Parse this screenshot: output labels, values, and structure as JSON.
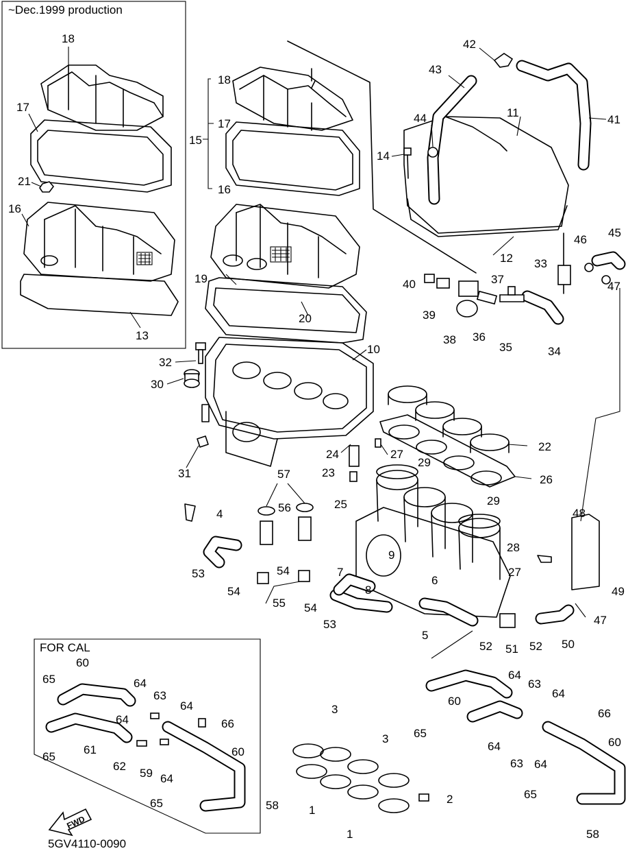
{
  "diagram": {
    "inset_top_label": "~Dec.1999 production",
    "inset_cal_label": "FOR CAL",
    "fwd_label": "FWD",
    "figure_code": "5GV4110-0090"
  },
  "callouts": [
    {
      "id": "c18a",
      "text": "18"
    },
    {
      "id": "c17a",
      "text": "17"
    },
    {
      "id": "c21",
      "text": "21"
    },
    {
      "id": "c16a",
      "text": "16"
    },
    {
      "id": "c13",
      "text": "13"
    },
    {
      "id": "c18b",
      "text": "18"
    },
    {
      "id": "c15",
      "text": "15"
    },
    {
      "id": "c17b",
      "text": "17"
    },
    {
      "id": "c16b",
      "text": "16"
    },
    {
      "id": "c19",
      "text": "19"
    },
    {
      "id": "c20",
      "text": "20"
    },
    {
      "id": "c10",
      "text": "10"
    },
    {
      "id": "c32",
      "text": "32"
    },
    {
      "id": "c30",
      "text": "30"
    },
    {
      "id": "c31",
      "text": "31"
    },
    {
      "id": "c42",
      "text": "42"
    },
    {
      "id": "c43",
      "text": "43"
    },
    {
      "id": "c41",
      "text": "41"
    },
    {
      "id": "c44",
      "text": "44"
    },
    {
      "id": "c11",
      "text": "11"
    },
    {
      "id": "c14",
      "text": "14"
    },
    {
      "id": "c12",
      "text": "12"
    },
    {
      "id": "c45",
      "text": "45"
    },
    {
      "id": "c46",
      "text": "46"
    },
    {
      "id": "c33",
      "text": "33"
    },
    {
      "id": "c47a",
      "text": "47"
    },
    {
      "id": "c37",
      "text": "37"
    },
    {
      "id": "c40",
      "text": "40"
    },
    {
      "id": "c39",
      "text": "39"
    },
    {
      "id": "c38",
      "text": "38"
    },
    {
      "id": "c36",
      "text": "36"
    },
    {
      "id": "c35",
      "text": "35"
    },
    {
      "id": "c34",
      "text": "34"
    },
    {
      "id": "c22",
      "text": "22"
    },
    {
      "id": "c24",
      "text": "24"
    },
    {
      "id": "c27a",
      "text": "27"
    },
    {
      "id": "c26",
      "text": "26"
    },
    {
      "id": "c23",
      "text": "23"
    },
    {
      "id": "c29a",
      "text": "29"
    },
    {
      "id": "c25",
      "text": "25"
    },
    {
      "id": "c29b",
      "text": "29"
    },
    {
      "id": "c57",
      "text": "57"
    },
    {
      "id": "c4",
      "text": "4"
    },
    {
      "id": "c56",
      "text": "56"
    },
    {
      "id": "c48",
      "text": "48"
    },
    {
      "id": "c28",
      "text": "28"
    },
    {
      "id": "c27b",
      "text": "27"
    },
    {
      "id": "c49",
      "text": "49"
    },
    {
      "id": "c53a",
      "text": "53"
    },
    {
      "id": "c54a",
      "text": "54"
    },
    {
      "id": "c54b",
      "text": "54"
    },
    {
      "id": "c55",
      "text": "55"
    },
    {
      "id": "c54c",
      "text": "54"
    },
    {
      "id": "c7",
      "text": "7"
    },
    {
      "id": "c9",
      "text": "9"
    },
    {
      "id": "c8",
      "text": "8"
    },
    {
      "id": "c6",
      "text": "6"
    },
    {
      "id": "c53b",
      "text": "53"
    },
    {
      "id": "c5",
      "text": "5"
    },
    {
      "id": "c52a",
      "text": "52"
    },
    {
      "id": "c51",
      "text": "51"
    },
    {
      "id": "c52b",
      "text": "52"
    },
    {
      "id": "c50",
      "text": "50"
    },
    {
      "id": "c47b",
      "text": "47"
    },
    {
      "id": "c60a",
      "text": "60"
    },
    {
      "id": "c65a",
      "text": "65"
    },
    {
      "id": "c64a",
      "text": "64"
    },
    {
      "id": "c63a",
      "text": "63"
    },
    {
      "id": "c64b",
      "text": "64"
    },
    {
      "id": "c64c",
      "text": "64"
    },
    {
      "id": "c66a",
      "text": "66"
    },
    {
      "id": "c65b",
      "text": "65"
    },
    {
      "id": "c61",
      "text": "61"
    },
    {
      "id": "c62",
      "text": "62"
    },
    {
      "id": "c59",
      "text": "59"
    },
    {
      "id": "c64d",
      "text": "64"
    },
    {
      "id": "c60b",
      "text": "60"
    },
    {
      "id": "c65c",
      "text": "65"
    },
    {
      "id": "c58a",
      "text": "58"
    },
    {
      "id": "c3a",
      "text": "3"
    },
    {
      "id": "c3b",
      "text": "3"
    },
    {
      "id": "c1a",
      "text": "1"
    },
    {
      "id": "c2",
      "text": "2"
    },
    {
      "id": "c1b",
      "text": "1"
    },
    {
      "id": "c64e",
      "text": "64"
    },
    {
      "id": "c63b",
      "text": "63"
    },
    {
      "id": "c64f",
      "text": "64"
    },
    {
      "id": "c60c",
      "text": "60"
    },
    {
      "id": "c66b",
      "text": "66"
    },
    {
      "id": "c65d",
      "text": "65"
    },
    {
      "id": "c64g",
      "text": "64"
    },
    {
      "id": "c63c",
      "text": "63"
    },
    {
      "id": "c64h",
      "text": "64"
    },
    {
      "id": "c60d",
      "text": "60"
    },
    {
      "id": "c65e",
      "text": "65"
    },
    {
      "id": "c58b",
      "text": "58"
    }
  ]
}
